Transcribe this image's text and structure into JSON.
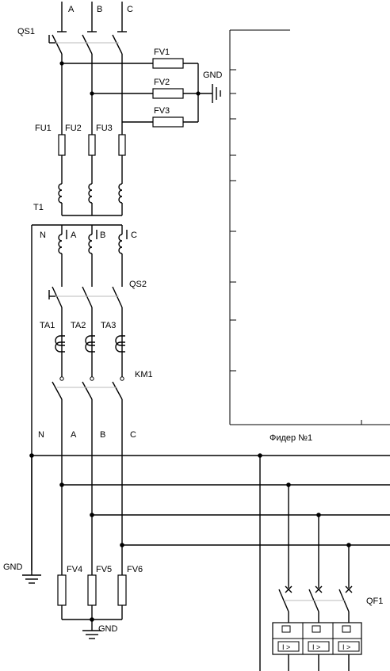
{
  "labels": {
    "phase_a": "A",
    "phase_b": "B",
    "phase_c": "C",
    "neutral": "N",
    "qs1": "QS1",
    "qs2": "QS2",
    "fv1": "FV1",
    "fv2": "FV2",
    "fv3": "FV3",
    "fv4": "FV4",
    "fv5": "FV5",
    "fv6": "FV6",
    "fu1": "FU1",
    "fu2": "FU2",
    "fu3": "FU3",
    "t1": "T1",
    "ta1": "TA1",
    "ta2": "TA2",
    "ta3": "TA3",
    "km1": "KM1",
    "qf1": "QF1",
    "gnd": "GND",
    "feeder": "Фидер №1",
    "breaker_mark": "I >"
  }
}
